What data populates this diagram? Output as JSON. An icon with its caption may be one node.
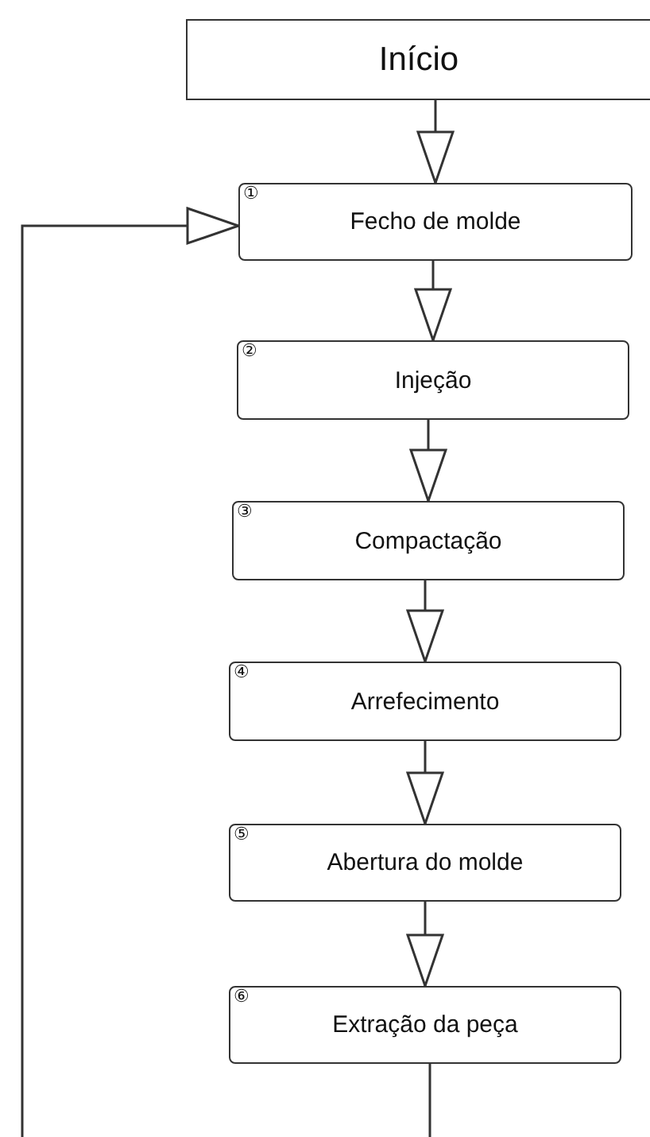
{
  "diagram": {
    "nodes": [
      {
        "text": [
          "Início"
        ]
      },
      {
        "text": [
          "①",
          "Fecho de molde"
        ]
      },
      {
        "text": [
          "②",
          "Injeção"
        ]
      },
      {
        "text": [
          "③",
          "Compactação"
        ]
      },
      {
        "text": [
          "④",
          "Arrefecimento"
        ]
      },
      {
        "text": [
          "⑤",
          "Abertura do molde"
        ]
      },
      {
        "text": [
          "⑥",
          "Extração da peça"
        ]
      }
    ],
    "edges": [
      {
        "from": 0,
        "to": 1,
        "arrow": "to"
      },
      {
        "from": 1,
        "to": 2,
        "arrow": "to"
      },
      {
        "from": 2,
        "to": 3,
        "arrow": "to"
      },
      {
        "from": 3,
        "to": 4,
        "arrow": "to"
      },
      {
        "from": 4,
        "to": 5,
        "arrow": "to"
      },
      {
        "from": 5,
        "to": 6,
        "arrow": "to"
      },
      {
        "from": 6,
        "to": null,
        "arrow": "none"
      },
      {
        "from": null,
        "to": 1,
        "arrow": "to"
      }
    ]
  }
}
